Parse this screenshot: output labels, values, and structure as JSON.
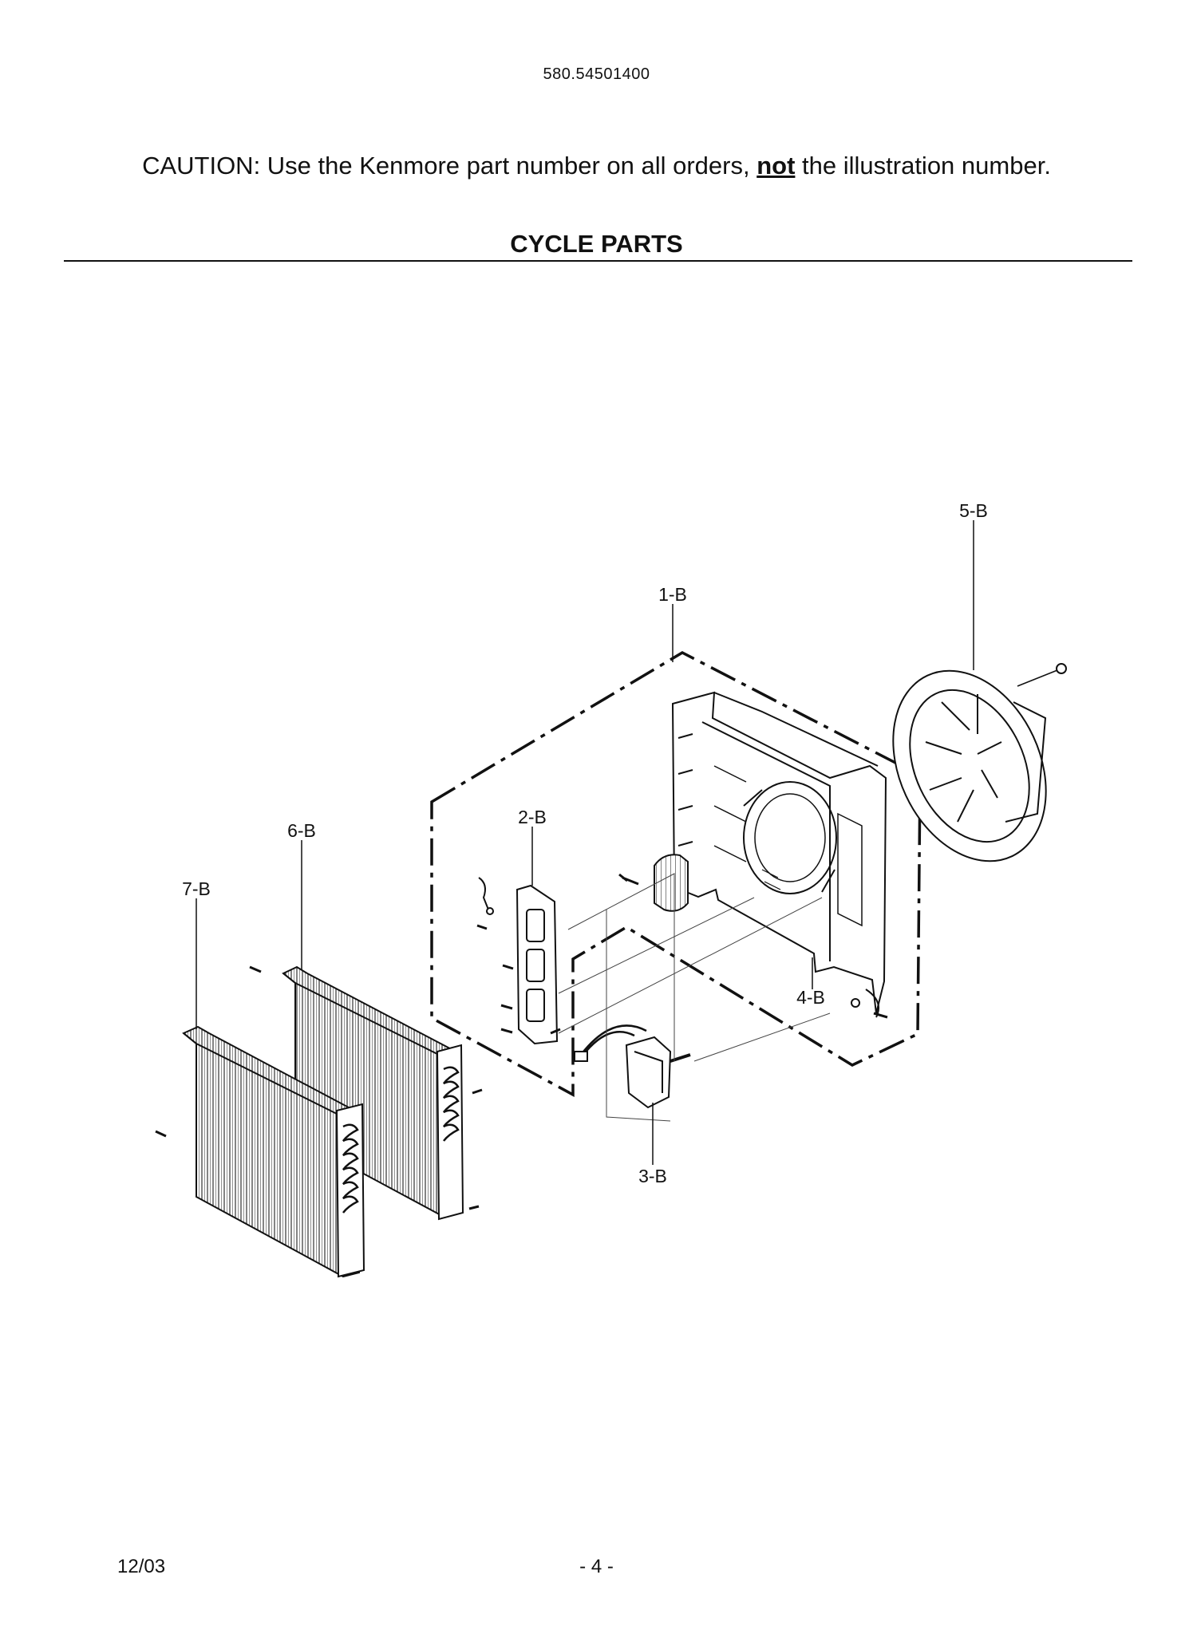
{
  "header": {
    "doc_number": "580.54501400"
  },
  "caution": {
    "prefix": "CAUTION: Use the Kenmore part number on all orders, ",
    "emphasis": "not",
    "suffix": " the illustration number."
  },
  "section": {
    "title": "CYCLE PARTS"
  },
  "diagram": {
    "callouts": {
      "c1": "1-B",
      "c2": "2-B",
      "c3": "3-B",
      "c4": "4-B",
      "c5": "5-B",
      "c6": "6-B",
      "c7": "7-B"
    }
  },
  "footer": {
    "date": "12/03",
    "page": "- 4 -"
  }
}
